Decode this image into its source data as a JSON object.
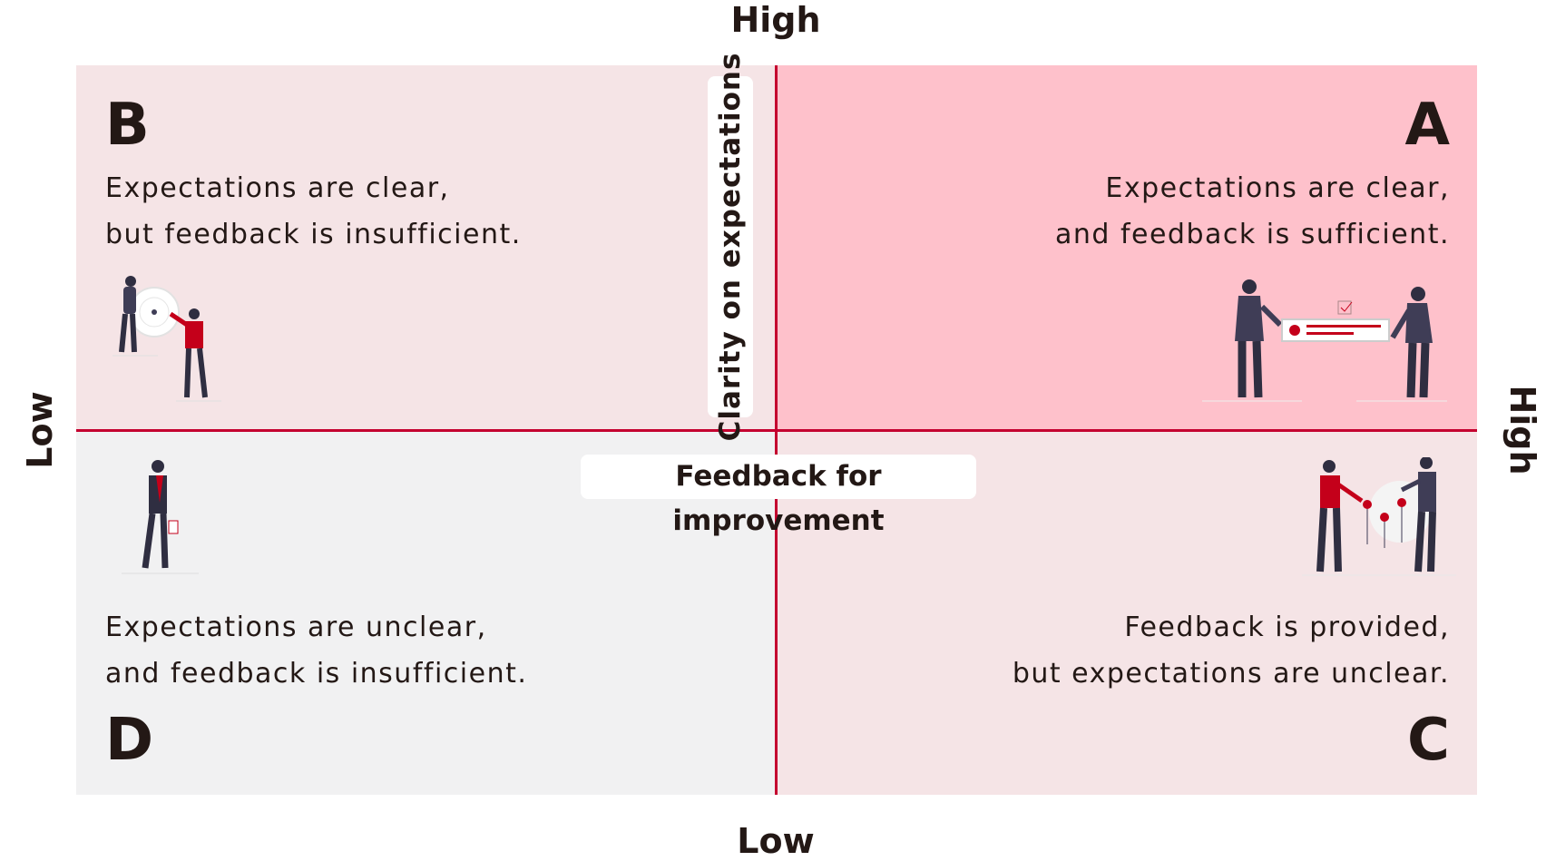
{
  "axes": {
    "y_high": "High",
    "y_low": "Low",
    "x_low": "Low",
    "x_high": "High",
    "y_title": "Clarity on expectations",
    "x_title": "Feedback for improvement"
  },
  "quadrants": {
    "A": {
      "letter": "A",
      "lines": [
        "Expectations are clear,",
        "and feedback is sufficient."
      ],
      "color": "#fec1cb"
    },
    "B": {
      "letter": "B",
      "lines": [
        "Expectations are clear,",
        "but feedback is insufficient."
      ],
      "color": "#f5e4e6"
    },
    "C": {
      "letter": "C",
      "lines": [
        "Feedback is provided,",
        "but expectations are unclear."
      ],
      "color": "#f5e4e6"
    },
    "D": {
      "letter": "D",
      "lines": [
        "Expectations are unclear,",
        "and feedback is insufficient."
      ],
      "color": "#f1f1f2"
    }
  },
  "accent": "#c4002f"
}
